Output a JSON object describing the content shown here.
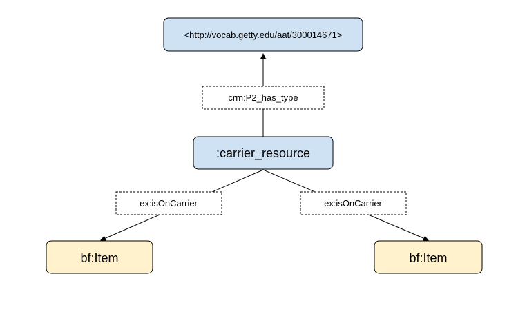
{
  "nodes": {
    "getty_uri": {
      "label": "<http://vocab.getty.edu/aat/300014671>",
      "fill": "#cfe2f3",
      "stroke": "#000000"
    },
    "carrier_resource": {
      "label": ":carrier_resource",
      "fill": "#cfe2f3",
      "stroke": "#000000"
    },
    "item_left": {
      "label": "bf:Item",
      "fill": "#fff2cc",
      "stroke": "#000000"
    },
    "item_right": {
      "label": "bf:Item",
      "fill": "#fff2cc",
      "stroke": "#000000"
    }
  },
  "edges": {
    "has_type": {
      "label": "crm:P2_has_type"
    },
    "is_on_carrier_left": {
      "label": "ex:isOnCarrier"
    },
    "is_on_carrier_right": {
      "label": "ex:isOnCarrier"
    }
  }
}
